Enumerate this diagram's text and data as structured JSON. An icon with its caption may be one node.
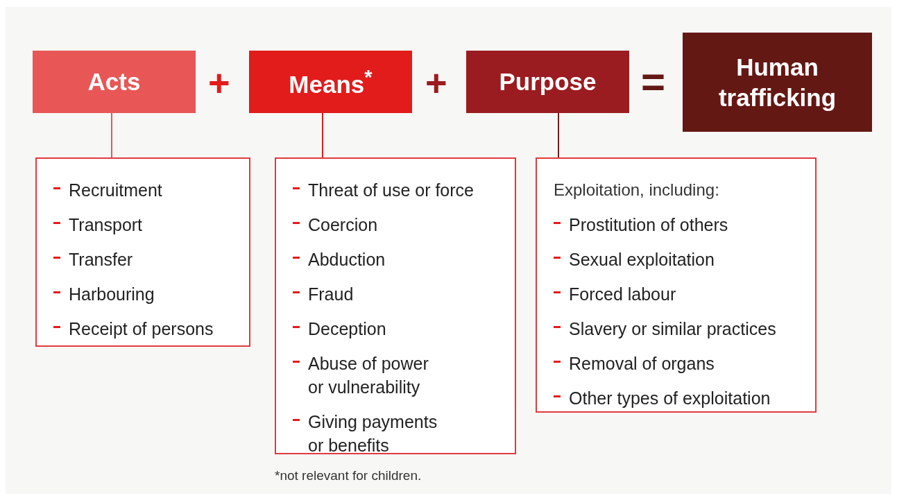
{
  "diagram": {
    "nodes": [
      {
        "text": [
          "Acts"
        ]
      },
      {
        "text": [
          "Means$^{*}$"
        ]
      },
      {
        "text": [
          "Purpose"
        ]
      },
      {
        "text": [
          "Human trafficking"
        ]
      },
      {
        "text": [
          "Recruitment",
          "Transport",
          "Transfer",
          "Harbouring",
          "Receipt of persons"
        ]
      },
      {
        "text": [
          "Threat of use or force",
          "Coercion",
          "Abduction",
          "Fraud",
          "Deception",
          "Abuse of power or vulnerability",
          "Giving payments or benefits"
        ]
      },
      {
        "text": [
          "Exploitation, including:",
          "Prostitution of others",
          "Sexual exploitation",
          "Forced labour",
          "Slavery or similar practices",
          "Removal of organs",
          "Other types of exploitation"
        ]
      }
    ],
    "edges": [
      {
        "from": 0,
        "to": 4,
        "arrow": "none",
        "color": "#e85656"
      },
      {
        "from": 1,
        "to": 5,
        "arrow": "none",
        "color": "#e21b1b"
      },
      {
        "from": 2,
        "to": 6,
        "arrow": "none",
        "color": "#7a1a1a"
      }
    ],
    "labels": [
      "+",
      "+",
      "=",
      "*not relevant for children."
    ]
  }
}
